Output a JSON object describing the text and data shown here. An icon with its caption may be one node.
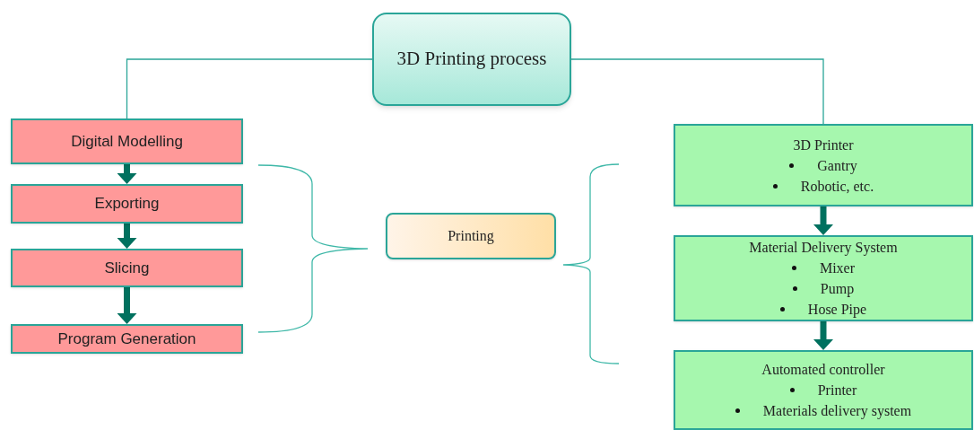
{
  "diagram": {
    "nodes": [
      {
        "text": [
          "3D Printing process"
        ]
      },
      {
        "text": [
          "Digital Modelling"
        ]
      },
      {
        "text": [
          "Exporting"
        ]
      },
      {
        "text": [
          "Slicing"
        ]
      },
      {
        "text": [
          "Program Generation"
        ]
      },
      {
        "text": [
          "Printing"
        ]
      },
      {
        "text": [
          "3D Printer",
          "Gantry",
          "Robotic, etc."
        ]
      },
      {
        "text": [
          "Material Delivery System",
          "Mixer",
          "Pump",
          "Hose Pipe"
        ]
      },
      {
        "text": [
          "Automated controller",
          "Printer",
          "Materials delivery system"
        ]
      }
    ],
    "edges": [
      {
        "from": 0,
        "to": 1,
        "arrow": "none",
        "color": "#2aa598"
      },
      {
        "from": 0,
        "to": 6,
        "arrow": "none",
        "color": "#2aa598"
      },
      {
        "from": 1,
        "to": 2,
        "arrow": "to"
      },
      {
        "from": 2,
        "to": 3,
        "arrow": "to"
      },
      {
        "from": 3,
        "to": 4,
        "arrow": "to"
      },
      {
        "from": 6,
        "to": 7,
        "arrow": "to"
      },
      {
        "from": 7,
        "to": 8,
        "arrow": "to"
      }
    ]
  }
}
